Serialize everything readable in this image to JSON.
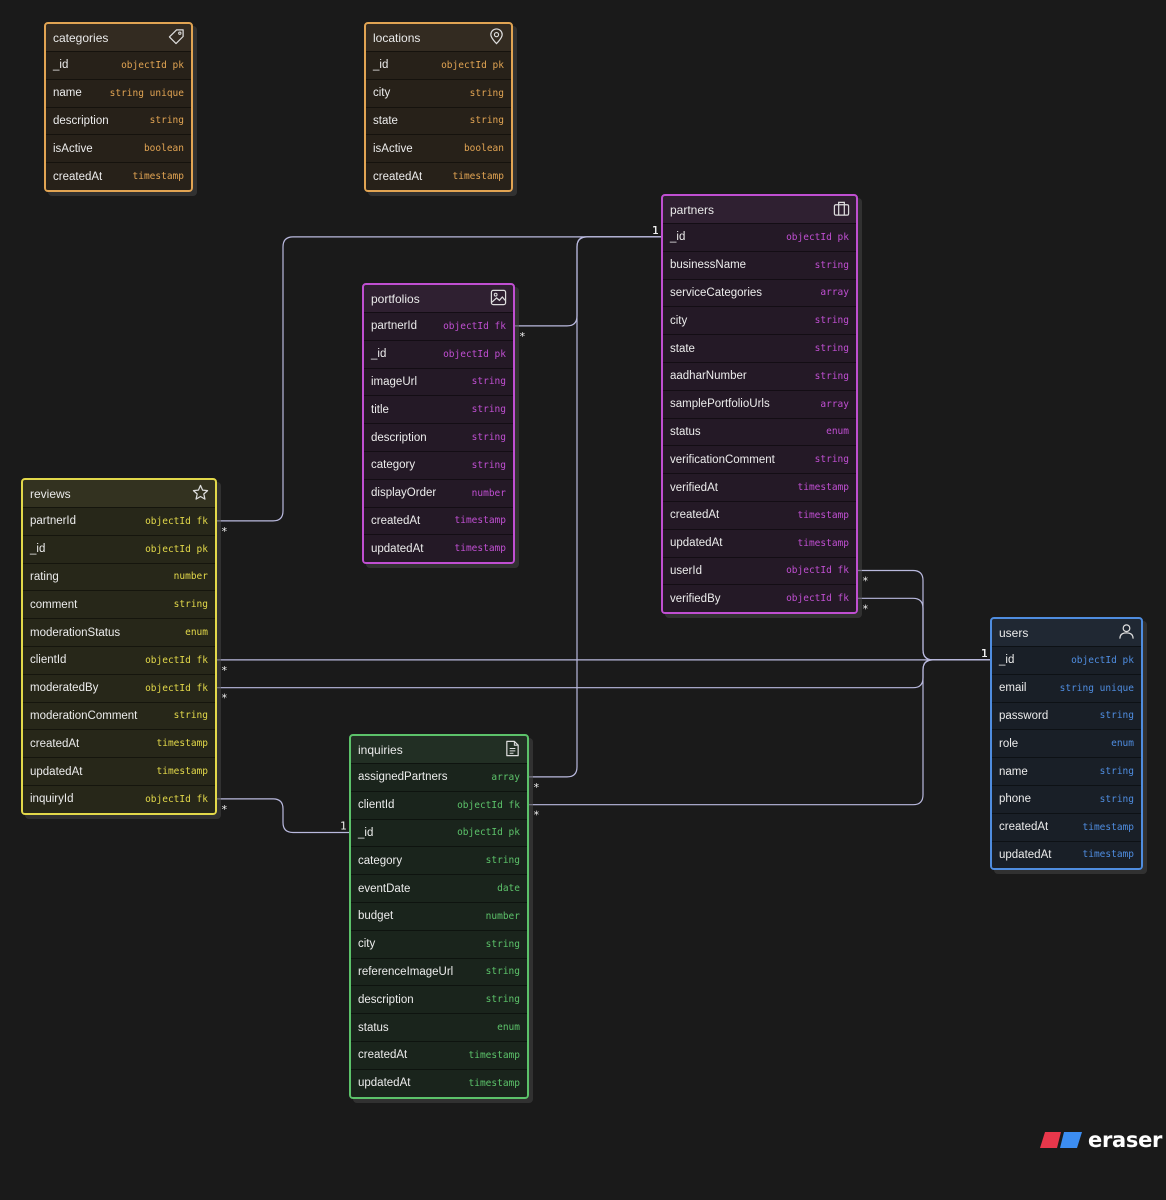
{
  "entities": {
    "categories": {
      "title": "categories",
      "icon": "tag-icon",
      "color": "#e1a453",
      "fields": [
        {
          "name": "_id",
          "type": "objectId pk"
        },
        {
          "name": "name",
          "type": "string unique"
        },
        {
          "name": "description",
          "type": "string"
        },
        {
          "name": "isActive",
          "type": "boolean"
        },
        {
          "name": "createdAt",
          "type": "timestamp"
        }
      ]
    },
    "locations": {
      "title": "locations",
      "icon": "map-pin-icon",
      "color": "#e1a453",
      "fields": [
        {
          "name": "_id",
          "type": "objectId pk"
        },
        {
          "name": "city",
          "type": "string"
        },
        {
          "name": "state",
          "type": "string"
        },
        {
          "name": "isActive",
          "type": "boolean"
        },
        {
          "name": "createdAt",
          "type": "timestamp"
        }
      ]
    },
    "partners": {
      "title": "partners",
      "icon": "briefcase-icon",
      "color": "#c04fd2",
      "fields": [
        {
          "name": "_id",
          "type": "objectId pk"
        },
        {
          "name": "businessName",
          "type": "string"
        },
        {
          "name": "serviceCategories",
          "type": "array"
        },
        {
          "name": "city",
          "type": "string"
        },
        {
          "name": "state",
          "type": "string"
        },
        {
          "name": "aadharNumber",
          "type": "string"
        },
        {
          "name": "samplePortfolioUrls",
          "type": "array"
        },
        {
          "name": "status",
          "type": "enum"
        },
        {
          "name": "verificationComment",
          "type": "string"
        },
        {
          "name": "verifiedAt",
          "type": "timestamp"
        },
        {
          "name": "createdAt",
          "type": "timestamp"
        },
        {
          "name": "updatedAt",
          "type": "timestamp"
        },
        {
          "name": "userId",
          "type": "objectId fk"
        },
        {
          "name": "verifiedBy",
          "type": "objectId fk"
        }
      ]
    },
    "portfolios": {
      "title": "portfolios",
      "icon": "image-icon",
      "color": "#c04fd2",
      "fields": [
        {
          "name": "partnerId",
          "type": "objectId fk"
        },
        {
          "name": "_id",
          "type": "objectId pk"
        },
        {
          "name": "imageUrl",
          "type": "string"
        },
        {
          "name": "title",
          "type": "string"
        },
        {
          "name": "description",
          "type": "string"
        },
        {
          "name": "category",
          "type": "string"
        },
        {
          "name": "displayOrder",
          "type": "number"
        },
        {
          "name": "createdAt",
          "type": "timestamp"
        },
        {
          "name": "updatedAt",
          "type": "timestamp"
        }
      ]
    },
    "reviews": {
      "title": "reviews",
      "icon": "star-icon",
      "color": "#e2d84a",
      "fields": [
        {
          "name": "partnerId",
          "type": "objectId fk"
        },
        {
          "name": "_id",
          "type": "objectId pk"
        },
        {
          "name": "rating",
          "type": "number"
        },
        {
          "name": "comment",
          "type": "string"
        },
        {
          "name": "moderationStatus",
          "type": "enum"
        },
        {
          "name": "clientId",
          "type": "objectId fk"
        },
        {
          "name": "moderatedBy",
          "type": "objectId fk"
        },
        {
          "name": "moderationComment",
          "type": "string"
        },
        {
          "name": "createdAt",
          "type": "timestamp"
        },
        {
          "name": "updatedAt",
          "type": "timestamp"
        },
        {
          "name": "inquiryId",
          "type": "objectId fk"
        }
      ]
    },
    "users": {
      "title": "users",
      "icon": "user-icon",
      "color": "#4f8de0",
      "fields": [
        {
          "name": "_id",
          "type": "objectId pk"
        },
        {
          "name": "email",
          "type": "string unique"
        },
        {
          "name": "password",
          "type": "string"
        },
        {
          "name": "role",
          "type": "enum"
        },
        {
          "name": "name",
          "type": "string"
        },
        {
          "name": "phone",
          "type": "string"
        },
        {
          "name": "createdAt",
          "type": "timestamp"
        },
        {
          "name": "updatedAt",
          "type": "timestamp"
        }
      ]
    },
    "inquiries": {
      "title": "inquiries",
      "icon": "document-icon",
      "color": "#5cc26a",
      "fields": [
        {
          "name": "assignedPartners",
          "type": "array"
        },
        {
          "name": "clientId",
          "type": "objectId fk"
        },
        {
          "name": "_id",
          "type": "objectId pk"
        },
        {
          "name": "category",
          "type": "string"
        },
        {
          "name": "eventDate",
          "type": "date"
        },
        {
          "name": "budget",
          "type": "number"
        },
        {
          "name": "city",
          "type": "string"
        },
        {
          "name": "referenceImageUrl",
          "type": "string"
        },
        {
          "name": "description",
          "type": "string"
        },
        {
          "name": "status",
          "type": "enum"
        },
        {
          "name": "createdAt",
          "type": "timestamp"
        },
        {
          "name": "updatedAt",
          "type": "timestamp"
        }
      ]
    }
  },
  "relations": [
    {
      "from": "portfolios.partnerId",
      "to": "partners._id",
      "from_card": "*",
      "to_card": "1"
    },
    {
      "from": "reviews.partnerId",
      "to": "partners._id",
      "from_card": "*",
      "to_card": "1"
    },
    {
      "from": "inquiries.assignedPartners",
      "to": "partners._id",
      "from_card": "*",
      "to_card": "1"
    },
    {
      "from": "partners.userId",
      "to": "users._id",
      "from_card": "*",
      "to_card": "1"
    },
    {
      "from": "partners.verifiedBy",
      "to": "users._id",
      "from_card": "*",
      "to_card": "1"
    },
    {
      "from": "reviews.clientId",
      "to": "users._id",
      "from_card": "*",
      "to_card": "1"
    },
    {
      "from": "reviews.moderatedBy",
      "to": "users._id",
      "from_card": "*",
      "to_card": "1"
    },
    {
      "from": "inquiries.clientId",
      "to": "users._id",
      "from_card": "*",
      "to_card": "1"
    },
    {
      "from": "reviews.inquiryId",
      "to": "inquiries._id",
      "from_card": "*",
      "to_card": "1"
    }
  ],
  "branding": {
    "logo_text": "eraser"
  },
  "colors": {
    "background": "#1a1a1a",
    "connector": "#b9b9de"
  }
}
